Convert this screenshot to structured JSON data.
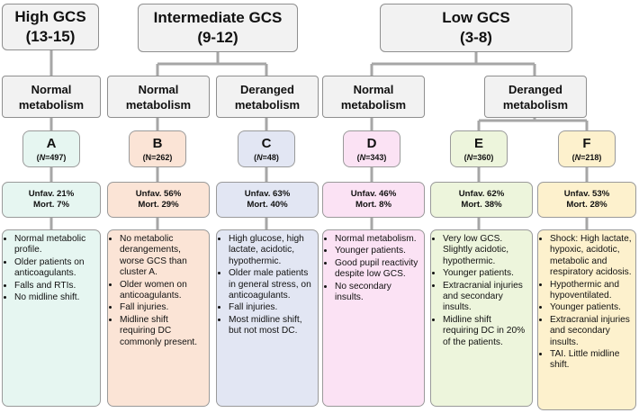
{
  "colors": {
    "A": "#e6f6f1",
    "B": "#fbe4d6",
    "C": "#e2e6f3",
    "D": "#fbe2f4",
    "E": "#edf5dc",
    "F": "#fdf1cd",
    "node": "#f2f2f2",
    "connector": "#a6a6a6"
  },
  "gcs": {
    "high": {
      "line1": "High GCS",
      "line2": "(13-15)"
    },
    "intermediate": {
      "line1": "Intermediate GCS",
      "line2": "(9-12)"
    },
    "low": {
      "line1": "Low GCS",
      "line2": "(3-8)"
    }
  },
  "metabolism": {
    "m1": {
      "line1": "Normal",
      "line2": "metabolism"
    },
    "m2": {
      "line1": "Normal",
      "line2": "metabolism"
    },
    "m3": {
      "line1": "Deranged",
      "line2": "metabolism"
    },
    "m4": {
      "line1": "Normal",
      "line2": "metabolism"
    },
    "m5": {
      "line1": "Deranged",
      "line2": "metabolism"
    }
  },
  "clusters": {
    "A": {
      "letter": "A",
      "n_prefix": "(",
      "n_italic": "N",
      "n_value": "=497)",
      "unfav": "Unfav. 21%",
      "mort": "Mort. 7%",
      "items": [
        "Normal metabolic profile.",
        "Older patients on anticoagulants.",
        "Falls and RTIs.",
        "No midline shift."
      ]
    },
    "B": {
      "letter": "B",
      "n_prefix": "",
      "n_italic": "",
      "n_value": "(N=262)",
      "unfav": "Unfav. 56%",
      "mort": "Mort. 29%",
      "items": [
        "No metabolic derangements, worse GCS than cluster A.",
        "Older women on anticoagulants.",
        "Fall injuries.",
        "Midline shift requiring DC commonly present."
      ]
    },
    "C": {
      "letter": "C",
      "n_prefix": "(",
      "n_italic": "N",
      "n_value": "=48)",
      "unfav": "Unfav. 63%",
      "mort": "Mort. 40%",
      "items": [
        "High glucose, high lactate, acidotic, hypothermic.",
        " Older male patients in general stress, on anticoagulants.",
        "Fall injuries.",
        "Most midline shift, but not most DC."
      ]
    },
    "D": {
      "letter": "D",
      "n_prefix": "(",
      "n_italic": "N",
      "n_value": "=343)",
      "unfav": "Unfav. 46%",
      "mort": "Mort. 8%",
      "items": [
        "Normal metabolism.",
        "Younger patients.",
        "Good pupil reactivity despite low GCS.",
        "No secondary insults."
      ]
    },
    "E": {
      "letter": "E",
      "n_prefix": "(",
      "n_italic": "N",
      "n_value": "=360)",
      "unfav": "Unfav. 62%",
      "mort": "Mort. 38%",
      "items": [
        "Very low GCS. Slightly acidotic, hypothermic.",
        "Younger patients.",
        "Extracranial injuries and secondary insults.",
        "Midline shift requiring DC in 20% of the patients."
      ]
    },
    "F": {
      "letter": "F",
      "n_prefix": "(",
      "n_italic": "N",
      "n_value": "=218)",
      "unfav": "Unfav. 53%",
      "mort": "Mort. 28%",
      "items": [
        "Shock: High lactate, hypoxic, acidotic, metabolic and respiratory acidosis.",
        "Hypothermic and hypoventilated.",
        "Younger patients.",
        "Extracranial injuries and secondary insults.",
        "TAI. Little midline shift."
      ]
    }
  }
}
